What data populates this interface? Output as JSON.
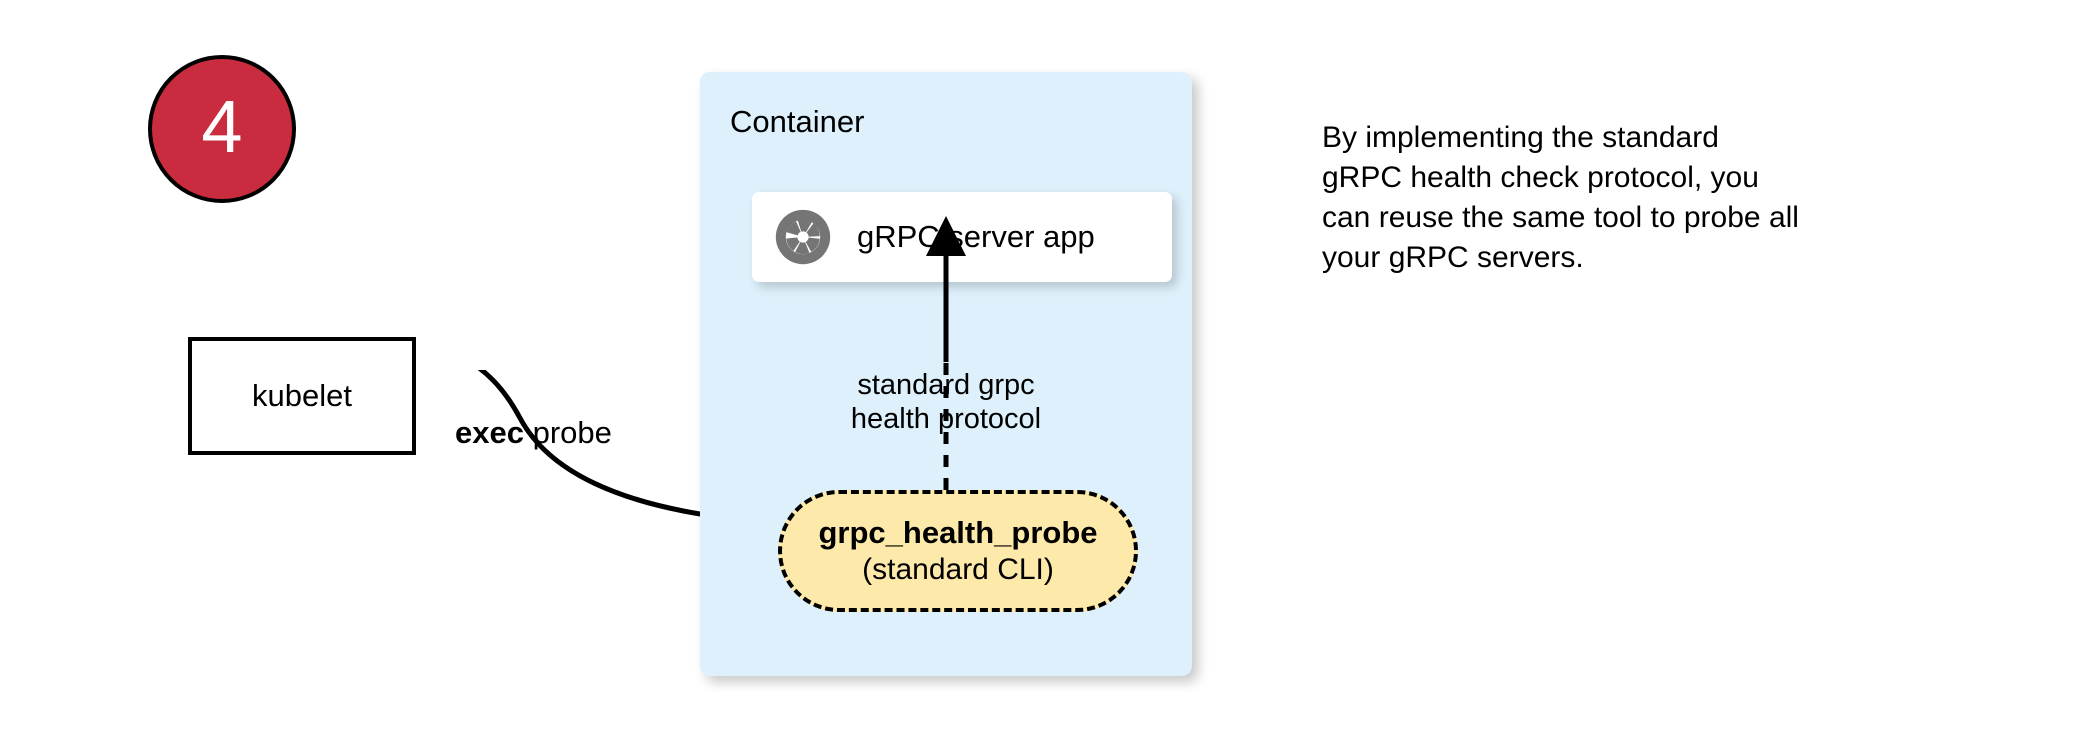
{
  "step": {
    "number": "4",
    "circle_color": "#c92c3e",
    "text_color": "#ffffff"
  },
  "kubelet": {
    "label": "kubelet"
  },
  "exec_edge": {
    "keyword": "exec",
    "rest": " probe"
  },
  "container": {
    "title": "Container",
    "fill_color": "#ddf0fb"
  },
  "grpc_server": {
    "label": "gRPC server app",
    "icon": "grpc-aperture-icon",
    "icon_color": "#757575",
    "card_color": "#ffffff"
  },
  "protocol_edge": {
    "line1": "standard grpc",
    "line2": "health protocol"
  },
  "health_probe": {
    "title": "grpc_health_probe",
    "subtitle": "(standard CLI)",
    "fill_color": "#fde9a9",
    "border_color": "#000000"
  },
  "note": {
    "line1": "By implementing the standard",
    "line2": "gRPC health check protocol, you",
    "line3": "can reuse the same tool to probe all",
    "line4": "your gRPC servers."
  }
}
